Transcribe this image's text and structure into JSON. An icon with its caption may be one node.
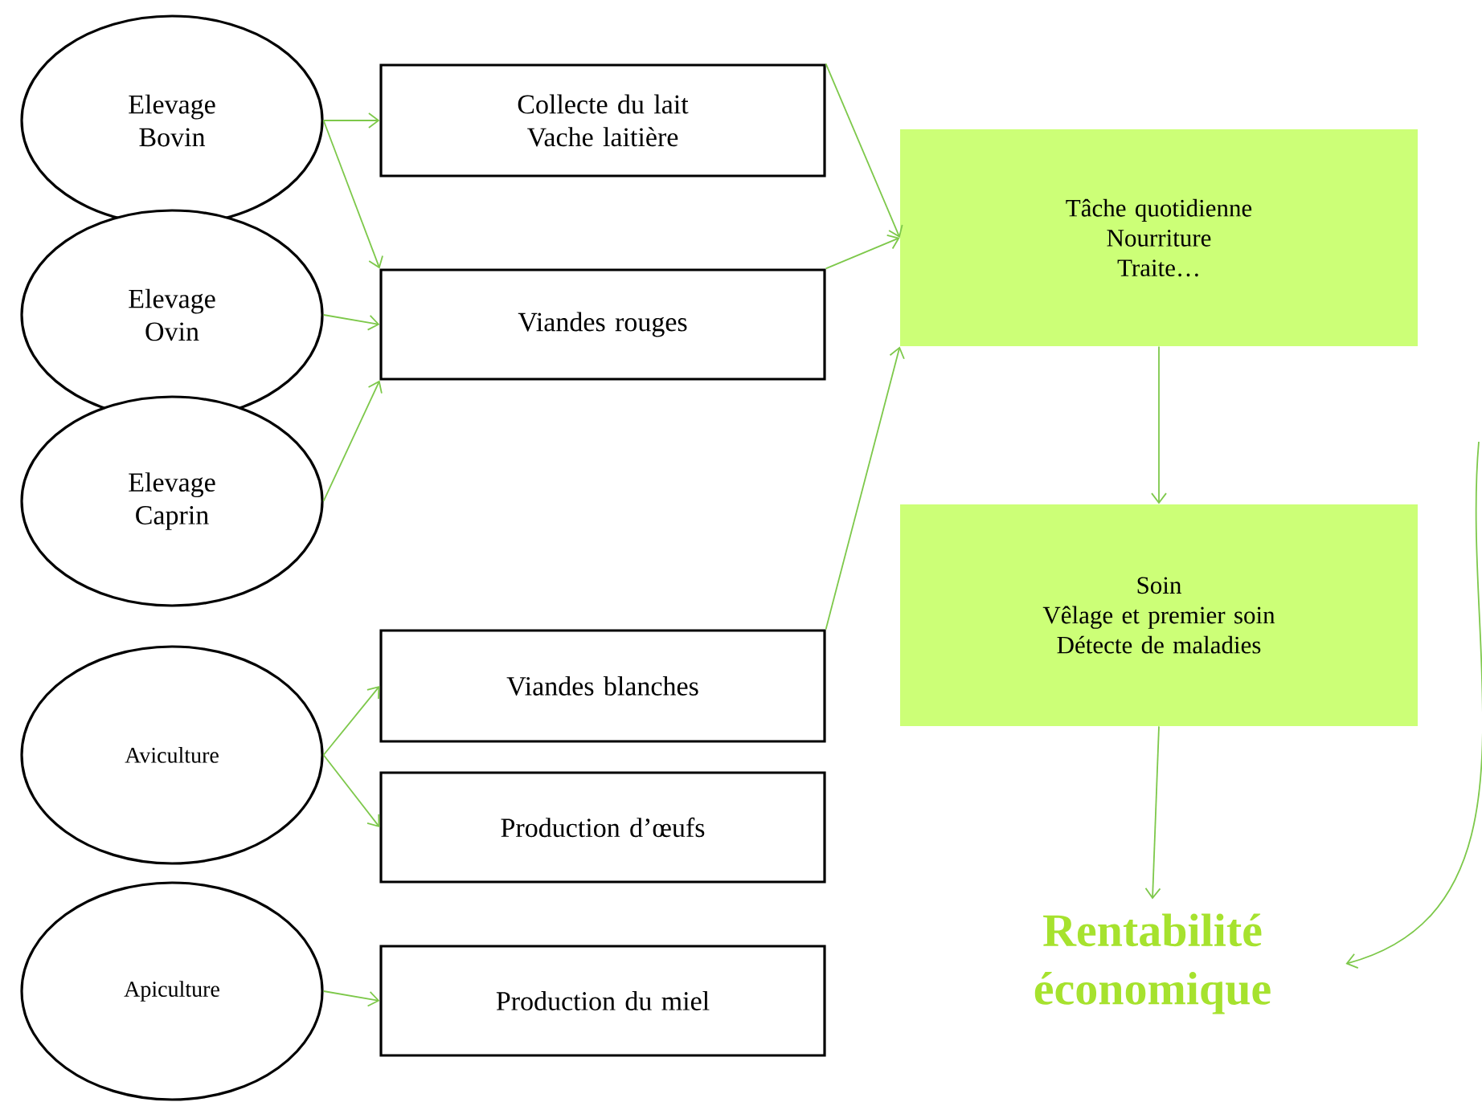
{
  "diagram": {
    "nodes": [
      {
        "text": [
          "Elevage Bovin"
        ]
      },
      {
        "text": [
          "Elevage Ovin"
        ]
      },
      {
        "text": [
          "Elevage Caprin"
        ]
      },
      {
        "text": [
          "Aviculture"
        ]
      },
      {
        "text": [
          "Apiculture"
        ]
      },
      {
        "text": [
          "Collecte du lait",
          "Vache laitière"
        ]
      },
      {
        "text": [
          "Viandes rouges"
        ]
      },
      {
        "text": [
          "Viandes blanches"
        ]
      },
      {
        "text": [
          "Production d’œufs"
        ]
      },
      {
        "text": [
          "Production du miel"
        ]
      },
      {
        "text": [
          "Tâche quotidienne",
          "Nourriture",
          "Traite…"
        ]
      },
      {
        "text": [
          "Soin",
          "Vêlage et premier soin",
          "Détecte de maladies"
        ]
      },
      {
        "text": [
          "Rentabilité économique"
        ]
      }
    ],
    "edges": [
      {
        "from": 0,
        "to": 5,
        "arrow": "to"
      },
      {
        "from": 0,
        "to": 6,
        "arrow": "to"
      },
      {
        "from": 1,
        "to": 6,
        "arrow": "to"
      },
      {
        "from": 2,
        "to": 6,
        "arrow": "to"
      },
      {
        "from": 3,
        "to": 7,
        "arrow": "to"
      },
      {
        "from": 3,
        "to": 8,
        "arrow": "to"
      },
      {
        "from": 4,
        "to": 9,
        "arrow": "to"
      },
      {
        "from": 5,
        "to": 10,
        "arrow": "to"
      },
      {
        "from": 6,
        "to": 10,
        "arrow": "to"
      },
      {
        "from": 7,
        "to": 10,
        "arrow": "to"
      },
      {
        "from": 10,
        "to": 11,
        "arrow": "to"
      },
      {
        "from": 11,
        "to": 12,
        "arrow": "to"
      },
      {
        "from": null,
        "to": 12,
        "arrow": "to"
      }
    ]
  }
}
